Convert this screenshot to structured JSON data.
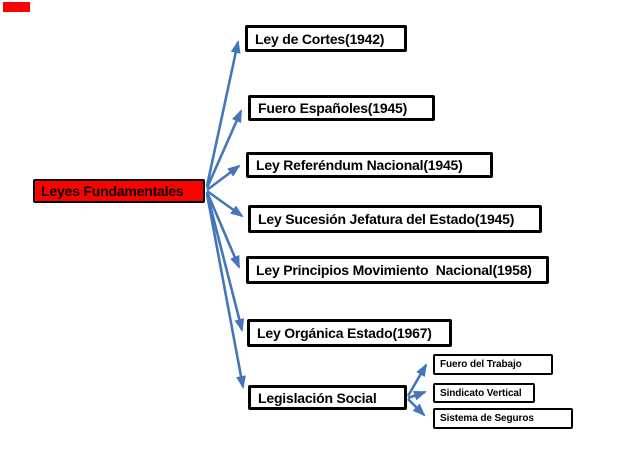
{
  "colors": {
    "root_fill": "#ff0000",
    "corner_mark_fill": "#ff0000",
    "arrow": "#4576b9",
    "box_border": "#000000"
  },
  "root": {
    "label": "Leyes Fundamentales"
  },
  "laws": [
    {
      "label": "Ley de Cortes(1942)"
    },
    {
      "label": "Fuero Españoles(1945)"
    },
    {
      "label": "Ley Referéndum Nacional(1945)"
    },
    {
      "label": "Ley Sucesión Jefatura del Estado(1945)"
    },
    {
      "label": "Ley Principios Movimiento  Nacional(1958)"
    },
    {
      "label": "Ley Orgánica Estado(1967)"
    },
    {
      "label": "Legislación Social"
    }
  ],
  "social_children": [
    {
      "label": "Fuero del Trabajo"
    },
    {
      "label": "Sindicato Vertical"
    },
    {
      "label": "Sistema de Seguros"
    }
  ]
}
